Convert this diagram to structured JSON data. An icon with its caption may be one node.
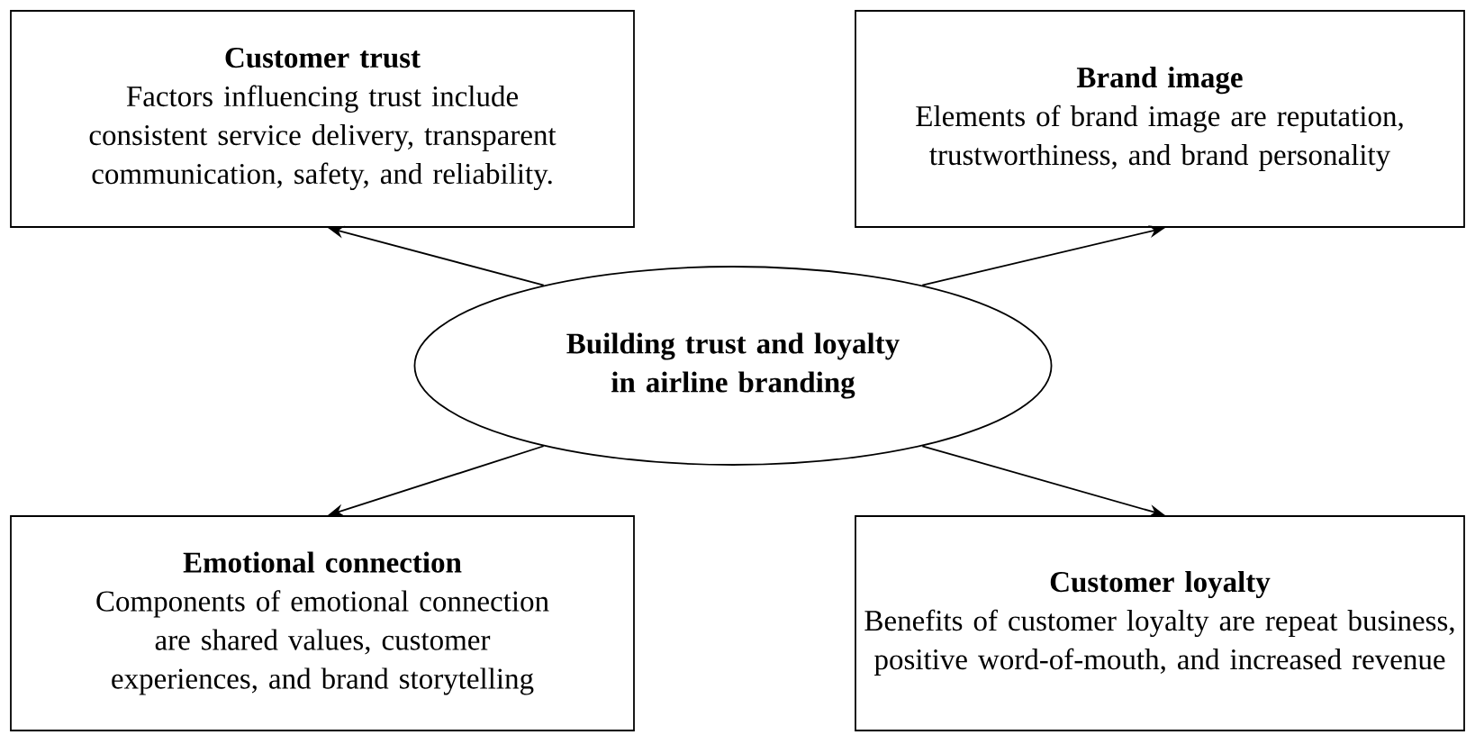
{
  "diagram": {
    "nodes": [
      {
        "text": [
          "Customer trust",
          "Factors influencing trust include consistent service delivery, transparent communication, safety, and reliability."
        ]
      },
      {
        "text": [
          "Brand image",
          "Elements of brand image are reputation, trustworthiness, and brand personality"
        ]
      },
      {
        "text": [
          "Building trust and loyalty in airline branding"
        ]
      },
      {
        "text": [
          "Emotional connection",
          "Components of emotional connection are shared values, customer experiences, and brand storytelling"
        ]
      },
      {
        "text": [
          "Customer loyalty",
          "Benefits of customer loyalty are repeat business, positive word-of-mouth, and increased revenue"
        ]
      }
    ],
    "edges": [
      {
        "from": 2,
        "to": 0,
        "arrow": "to"
      },
      {
        "from": 2,
        "to": 1,
        "arrow": "to"
      },
      {
        "from": 2,
        "to": 3,
        "arrow": "to"
      },
      {
        "from": 2,
        "to": 4,
        "arrow": "to"
      }
    ]
  }
}
